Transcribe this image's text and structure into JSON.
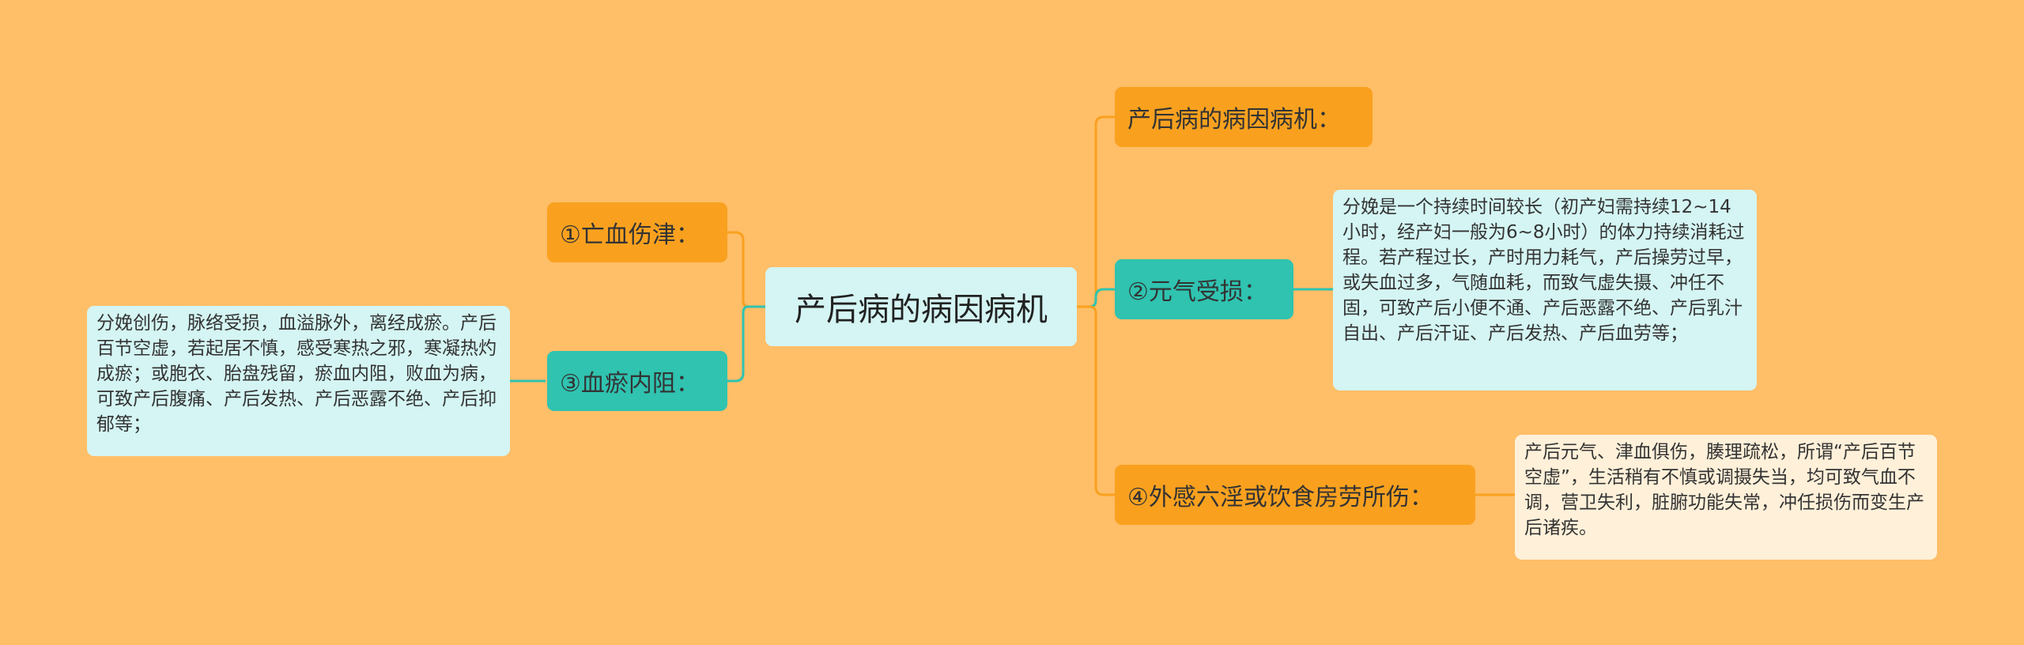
{
  "colors": {
    "background": "#FFBE68",
    "orange_topic": "#F9A11F",
    "teal_topic": "#2FC3B0",
    "center_fill": "#D4F5F3",
    "note_teal": "#D4F5F3",
    "note_cream": "#FFF0D9",
    "orange_line": "#F9A11F",
    "teal_line": "#2FC3B0"
  },
  "mindmap": {
    "center": "产后病的病因病机",
    "left": [
      {
        "label": "①亡血伤津：",
        "style": "orange"
      },
      {
        "label": "③血瘀内阻：",
        "style": "teal",
        "note": "分娩创伤，脉络受损，血溢脉外，离经成瘀。产后百节空虚，若起居不慎，感受寒热之邪，寒凝热灼成瘀；或胞衣、胎盘残留，瘀血内阻，败血为病，可致产后腹痛、产后发热、产后恶露不绝、产后抑郁等；"
      }
    ],
    "right": [
      {
        "label": "产后病的病因病机：",
        "style": "orange"
      },
      {
        "label": "②元气受损：",
        "style": "teal",
        "note": "分娩是一个持续时间较长（初产妇需持续12~14小时，经产妇一般为6~8小时）的体力持续消耗过程。若产程过长，产时用力耗气，产后操劳过早，或失血过多，气随血耗，而致气虚失摄、冲任不固，可致产后小便不通、产后恶露不绝、产后乳汁自出、产后汗证、产后发热、产后血劳等；"
      },
      {
        "label": "④外感六淫或饮食房劳所伤：",
        "style": "orange",
        "note": "产后元气、津血俱伤，腠理疏松，所谓“产后百节空虚”，生活稍有不慎或调摄失当，均可致气血不调，营卫失利，脏腑功能失常，冲任损伤而变生产后诸疾。"
      }
    ]
  }
}
